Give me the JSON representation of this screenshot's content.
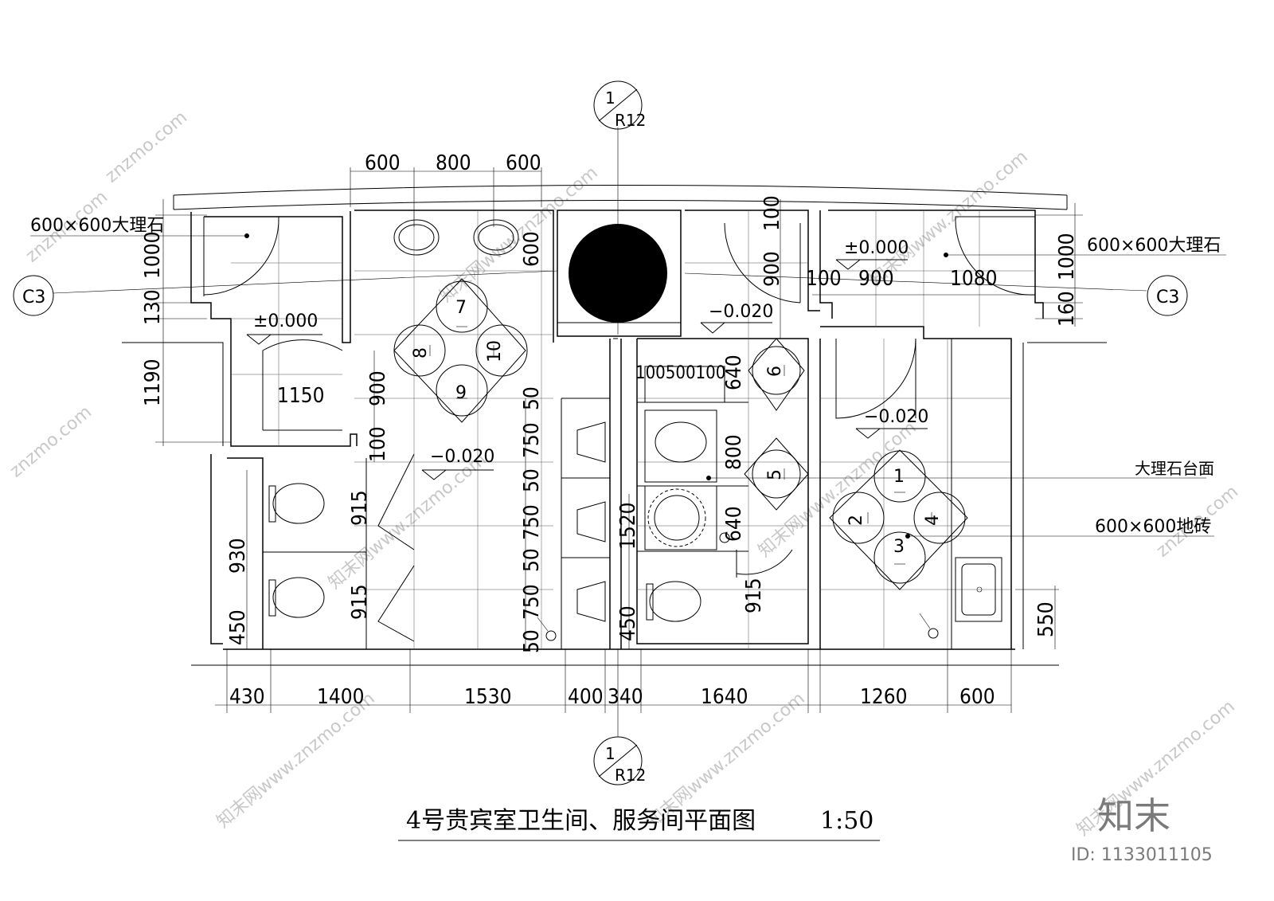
{
  "drawing": {
    "title": "4号贵宾室卫生间、服务间平面图",
    "scale": "1:50",
    "section_marker": {
      "top": "1",
      "bottom": "R12"
    },
    "elevation_marker": "C3",
    "levels": {
      "zero": "±0.000",
      "minus": "−0.020"
    },
    "notes": {
      "marble_600": "600×600大理石",
      "marble_counter": "大理石台面",
      "floor_tile_600": "600×600地砖"
    },
    "top_dims": [
      "600",
      "800",
      "600"
    ],
    "bottom_dims": [
      "430",
      "1400",
      "1530",
      "400",
      "340",
      "1640",
      "1260",
      "600"
    ],
    "left_dims": [
      "1000",
      "130",
      "1190"
    ],
    "right_dims": [
      "1000",
      "160",
      "550"
    ],
    "inner_dims": {
      "d600": "600",
      "d1150": "1150",
      "d900": "900",
      "d100": "100",
      "d915": "915",
      "d930": "930",
      "d450": "450",
      "d50": "50",
      "d750": "750",
      "d1520": "1520",
      "d640": "640",
      "d800": "800",
      "d100500100": "100500100",
      "d1080": "1080"
    },
    "tile_numbers_left": [
      "7",
      "8",
      "10",
      "9"
    ],
    "tile_numbers_right": [
      "1",
      "2",
      "4",
      "3"
    ],
    "tile_numbers_mid": [
      "6",
      "5"
    ]
  },
  "watermark": {
    "site": "znzmo.com",
    "site_full": "知末网www.znzmo.com"
  },
  "brand": {
    "logo": "知末",
    "id_label": "ID: 1133011105"
  }
}
